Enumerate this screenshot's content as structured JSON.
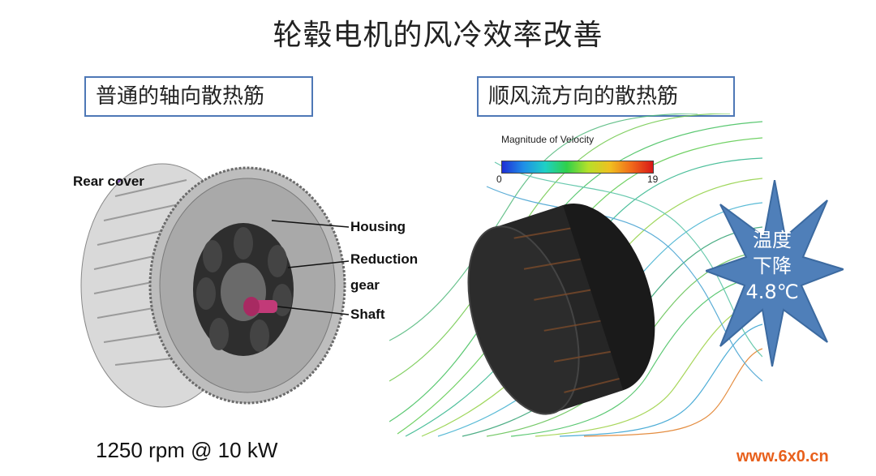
{
  "slide": {
    "title": "轮毂电机的风冷效率改善",
    "left_box_label": "普通的轴向散热筋",
    "right_box_label": "顺风流方向的散热筋",
    "rpm_text": "1250 rpm @ 10 kW"
  },
  "motor_labels": {
    "rear_cover": "Rear cover",
    "housing": "Housing",
    "reduction": "Reduction",
    "gear": "gear",
    "shaft": "Shaft"
  },
  "cfd": {
    "colorbar_title": "Magnitude of Velocity",
    "colorbar_min": "0",
    "colorbar_max": "19"
  },
  "callout": {
    "line1": "温度",
    "line2": "下降",
    "line3": "4.8℃",
    "fill_color": "#4f7fb9"
  },
  "watermark": "www.6x0.cn"
}
